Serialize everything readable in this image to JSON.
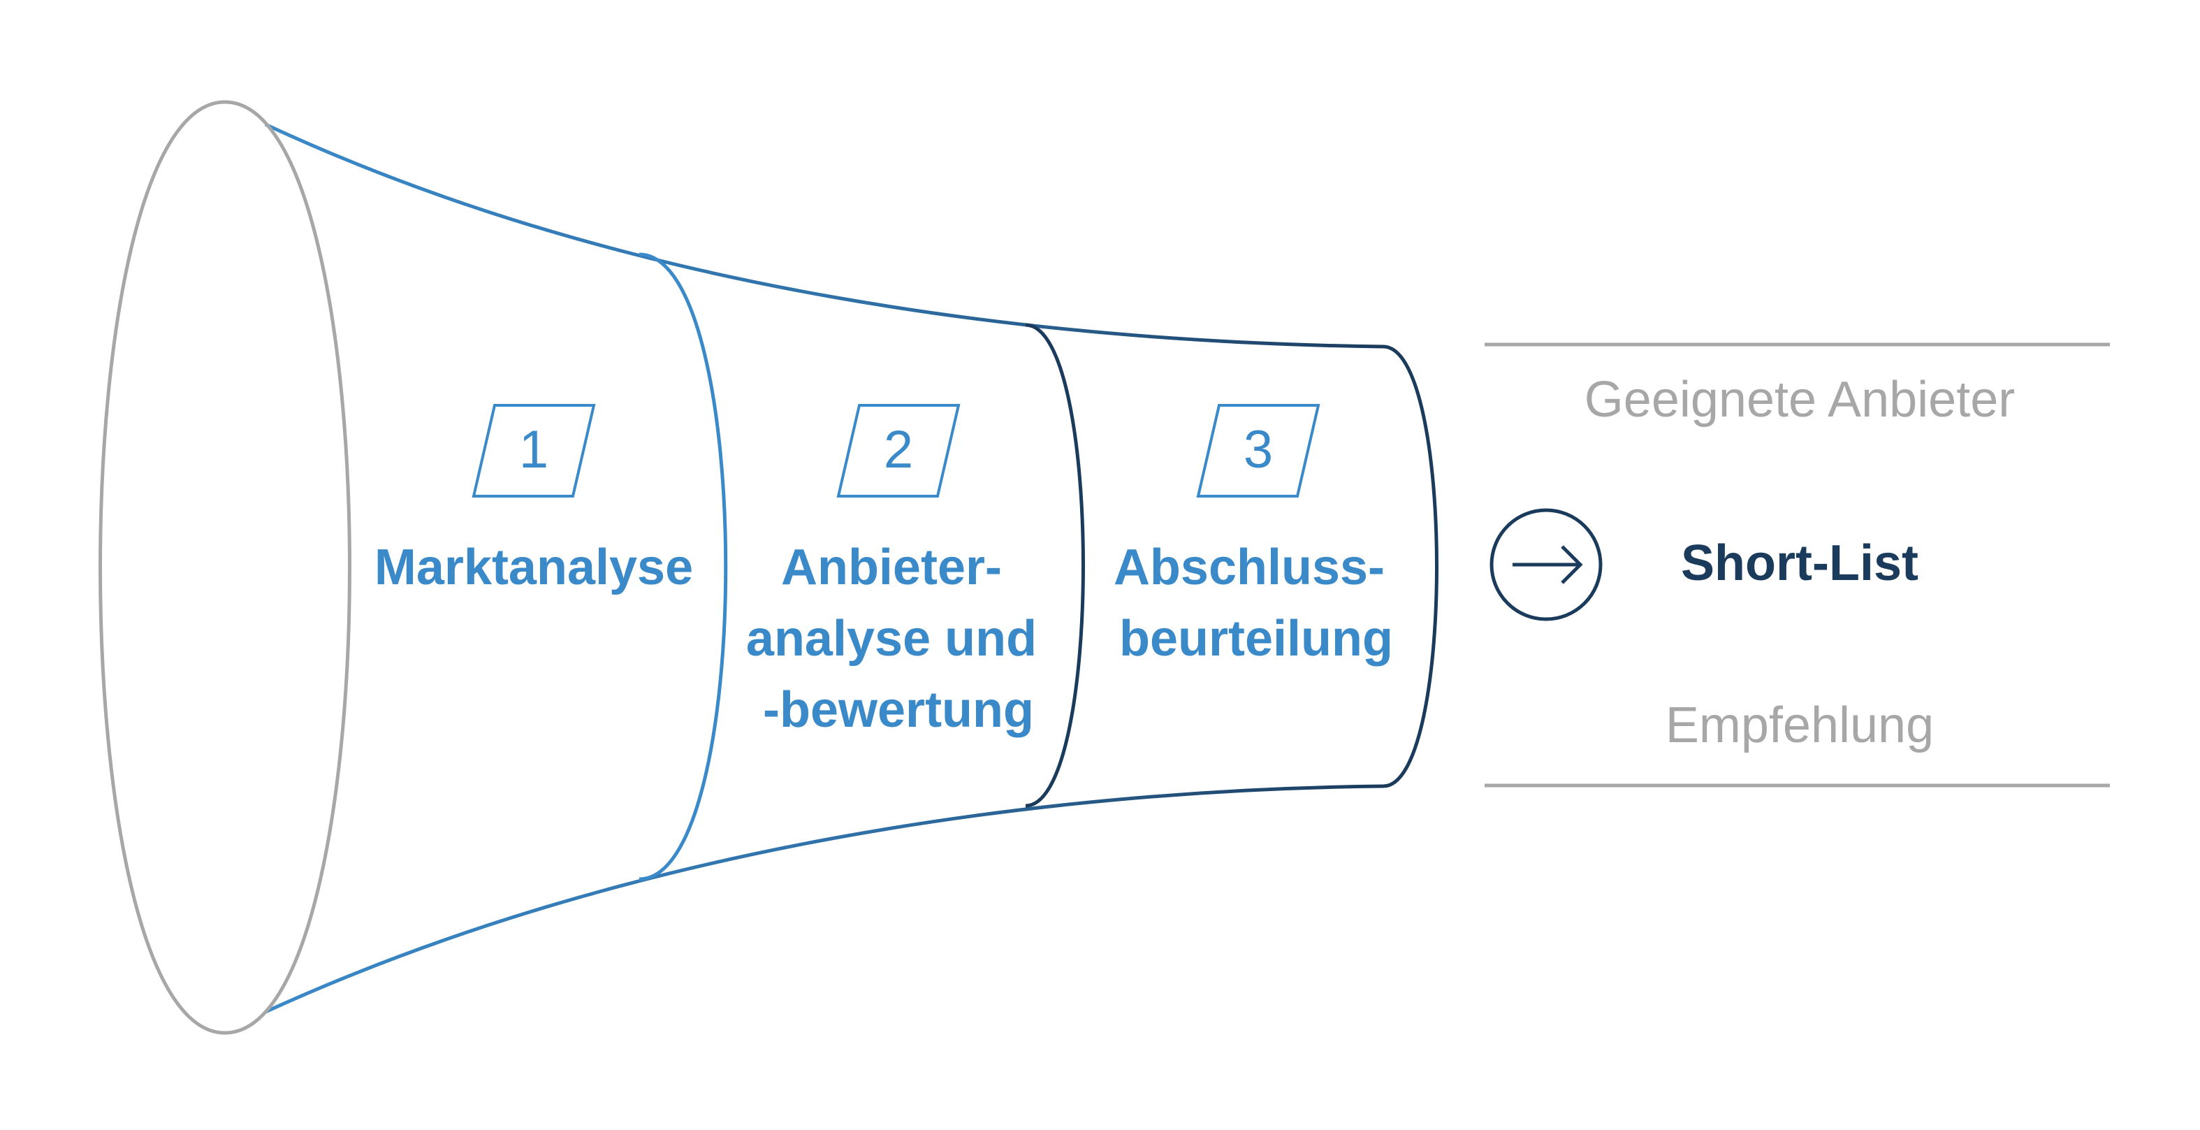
{
  "colors": {
    "gray": "#a7a7a7",
    "blue_light": "#3a89c9",
    "blue_mid": "#2f6fa6",
    "blue_dark": "#1b3b5d"
  },
  "stages": [
    {
      "number": "1",
      "label_lines": [
        "Marktanalyse"
      ]
    },
    {
      "number": "2",
      "label_lines": [
        "Anbieter-",
        "analyse und",
        "-bewertung"
      ]
    },
    {
      "number": "3",
      "label_lines": [
        "Abschluss-",
        "beurteilung"
      ]
    }
  ],
  "result": {
    "top_text": "Geeignete Anbieter",
    "main_text": "Short-List",
    "bottom_text": "Empfehlung",
    "arrow_icon": "arrow-right-icon"
  }
}
